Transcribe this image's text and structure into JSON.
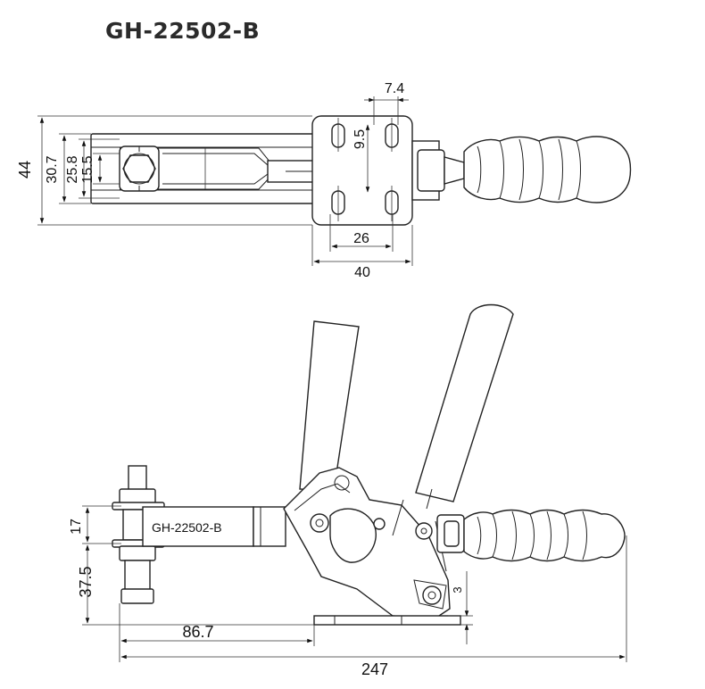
{
  "title": "GH-22502-B",
  "body_label": "GH-22502-B",
  "top_view_dimensions": {
    "overall_height": "44",
    "inner_height": "30.7",
    "slot_height": "25.8",
    "bolt_width": "15.5",
    "hole_offset_x": "7.4",
    "hole_offset_y": "9.5",
    "hole_spacing": "26",
    "base_width": "40"
  },
  "side_view_dimensions": {
    "arm_height": "17",
    "spindle_height": "37.5",
    "offset": "3",
    "arm_reach": "86.7",
    "overall_length": "247"
  }
}
